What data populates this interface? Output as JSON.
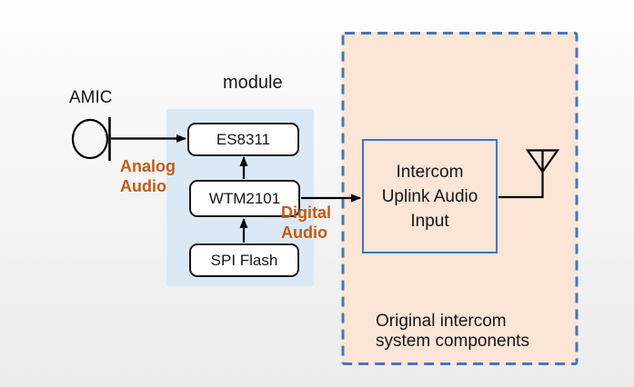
{
  "diagram": {
    "amic_label": "AMIC",
    "module_label": "module",
    "blocks": {
      "es8311": "ES8311",
      "wtm2101": "WTM2101",
      "spi_flash": "SPI Flash"
    },
    "analog_audio": [
      "Analog",
      "Audio"
    ],
    "digital_audio": [
      "Digital",
      "Audio"
    ],
    "intercom": [
      "Intercom",
      "Uplink Audio",
      "Input"
    ],
    "caption": [
      "Original intercom",
      "system components"
    ],
    "icons": {
      "microphone": "circle-with-bar",
      "antenna": "inverted-triangle-on-mast",
      "arrowhead": "solid-black-triangle"
    },
    "colors": {
      "module_bg": "#dbe9f6",
      "intercom_area_bg": "#fbe5d6",
      "dashed_border": "#4a74bc",
      "intercom_box_border": "#4472c4",
      "accent_text": "#c55a11",
      "line_color": "#000000"
    }
  }
}
